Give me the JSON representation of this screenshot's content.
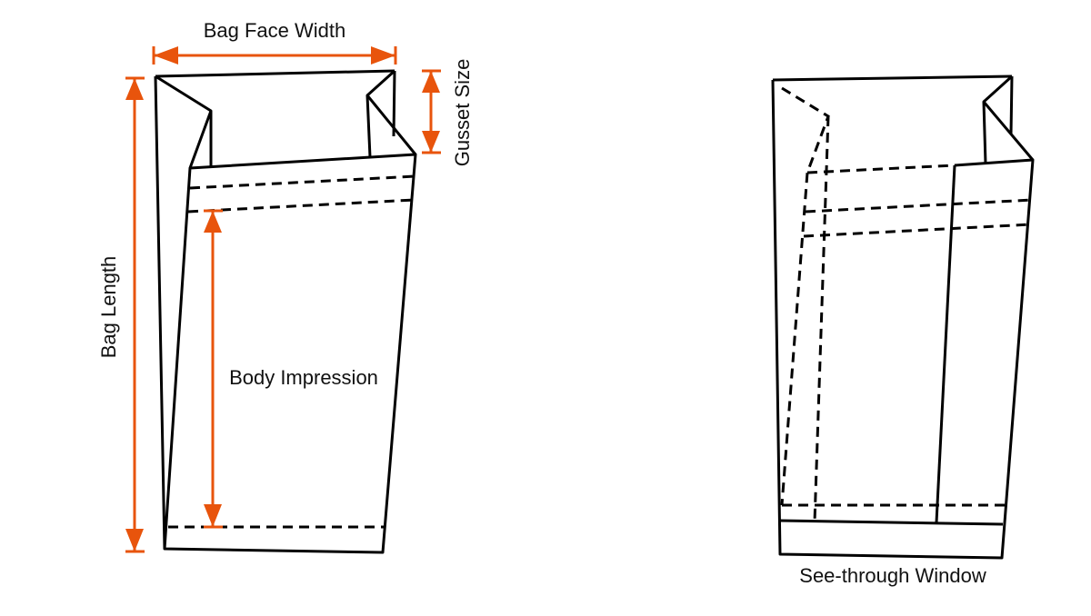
{
  "labels": {
    "bag_face_width": "Bag Face Width",
    "gusset_size": "Gusset Size",
    "bag_length": "Bag Length",
    "body_impression": "Body Impression",
    "see_through_window": "See-through Window"
  },
  "colors": {
    "accent": "#e8540c",
    "line": "#000000"
  }
}
